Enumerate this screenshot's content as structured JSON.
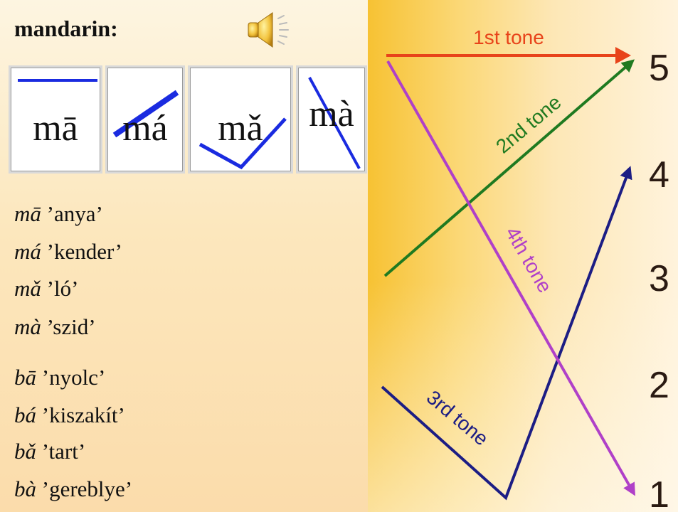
{
  "title": "mandarin:",
  "speaker_icon": "speaker-icon",
  "tone_boxes": [
    {
      "syllable": "mā"
    },
    {
      "syllable": "má"
    },
    {
      "syllable": "mǎ"
    },
    {
      "syllable": "mà"
    }
  ],
  "words": [
    {
      "form": "mā",
      "gloss": " ’anya’"
    },
    {
      "form": "má",
      "gloss": " ’kender’"
    },
    {
      "form": "mǎ",
      "gloss": " ’ló’"
    },
    {
      "form": "mà",
      "gloss": " ’szid’"
    },
    {
      "form": "bā",
      "gloss": " ’nyolc’"
    },
    {
      "form": "bá",
      "gloss": " ’kiszakít’"
    },
    {
      "form": "bǎ",
      "gloss": " ’tart’"
    },
    {
      "form": "bà",
      "gloss": " ’gereblye’"
    }
  ],
  "diagram": {
    "levels": [
      "5",
      "4",
      "3",
      "2",
      "1"
    ],
    "tones": [
      {
        "label": "1st tone",
        "color": "#e8431a",
        "contour": [
          5,
          5
        ]
      },
      {
        "label": "2nd tone",
        "color": "#1f7a20",
        "contour": [
          3,
          5
        ]
      },
      {
        "label": "3rd tone",
        "color": "#1c1d84",
        "contour": [
          2,
          1,
          4
        ]
      },
      {
        "label": "4th tone",
        "color": "#b040c8",
        "contour": [
          5,
          1
        ]
      }
    ]
  }
}
